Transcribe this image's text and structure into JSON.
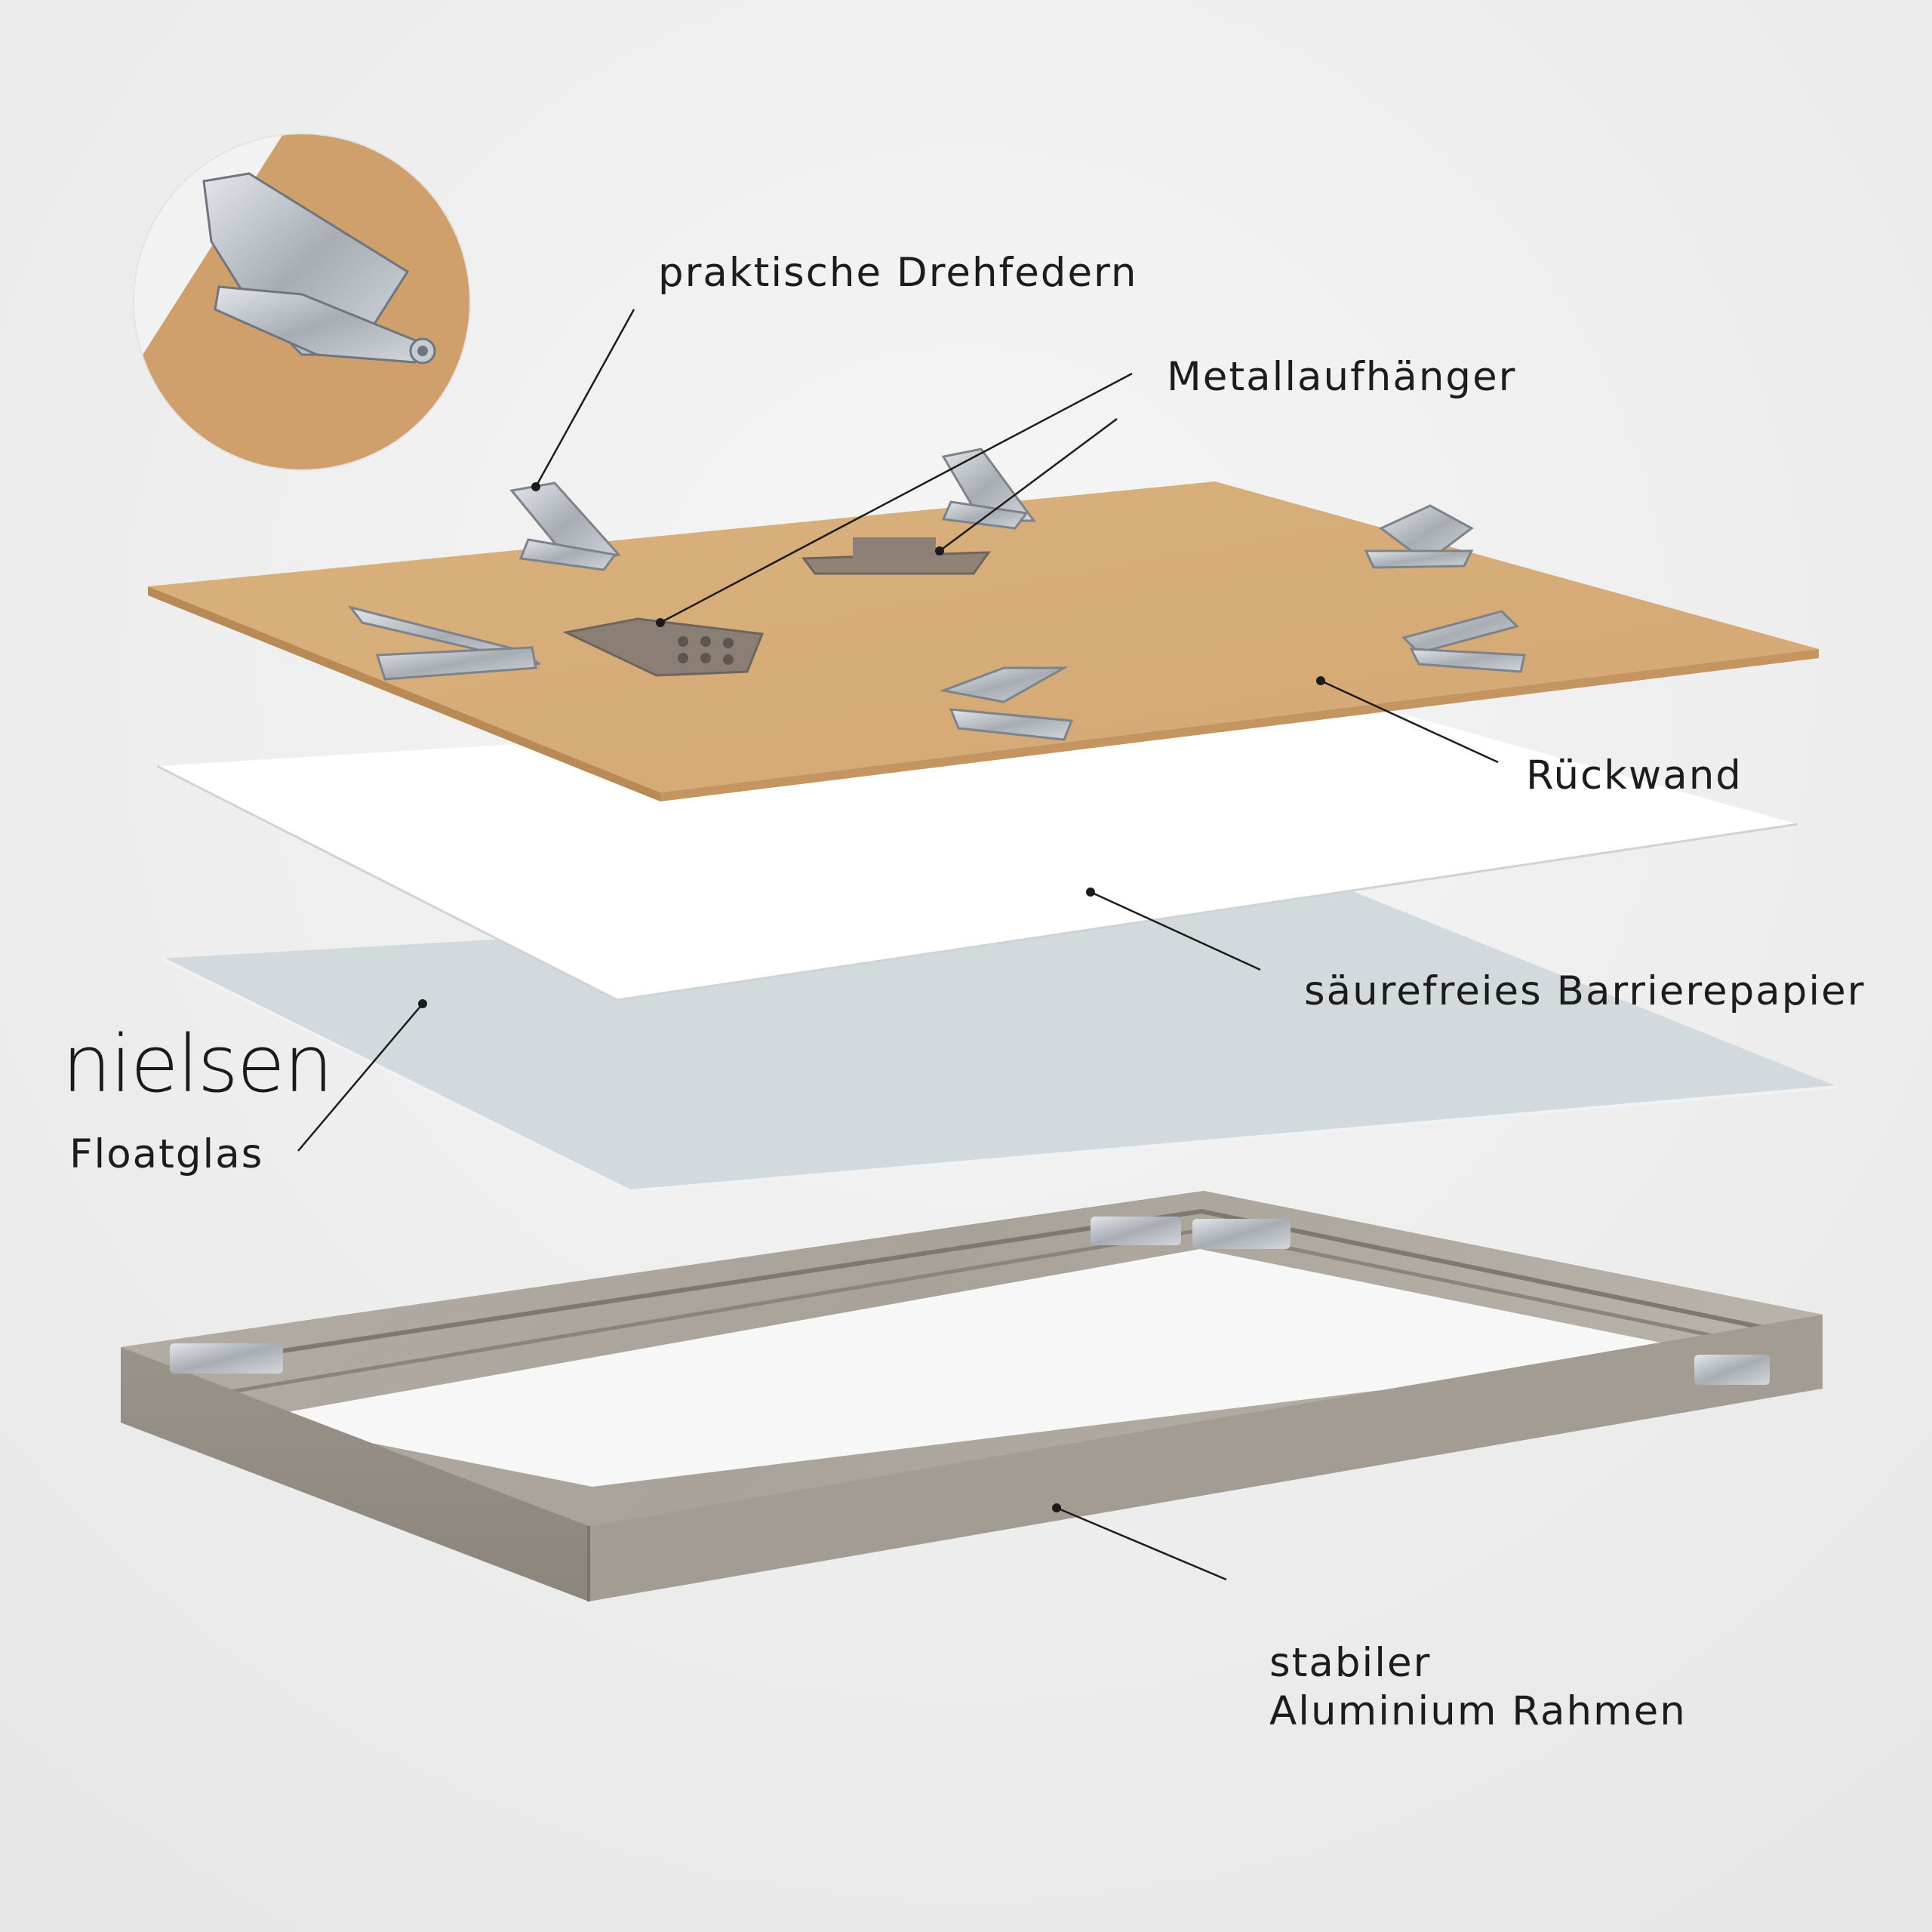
{
  "colors": {
    "background": "#ececec",
    "backboard": "#d8ad78",
    "barrier_paper": "#ffffff",
    "float_glass": "#d2dadd",
    "frame": "#a39c93",
    "metal": "#b9bdc2",
    "leader_line": "#1c1c1c"
  },
  "brand": {
    "logo_text": "nielsen"
  },
  "callouts": {
    "springs": "praktische Drehfedern",
    "hangers": "Metallaufhänger",
    "backboard": "Rückwand",
    "barrier_paper": "säurefreies Barrierepapier",
    "glass": "Floatglas",
    "frame_line1": "stabiler",
    "frame_line2": "Aluminium Rahmen"
  },
  "inset": {
    "icon": "turn-spring-closeup-icon"
  }
}
